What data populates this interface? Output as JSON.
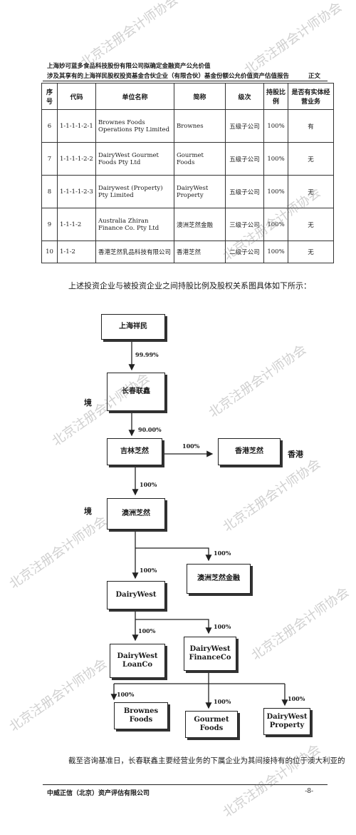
{
  "header": {
    "line1": "上海妙可蓝多食品科技股份有限公司拟确定金融资产公允价值",
    "line2": "涉及其享有的上海祥民股权投资基金合伙企业（有限合伙）基金份额公允价值资产估值报告",
    "right": "正文"
  },
  "table": {
    "columns": [
      "序号",
      "代码",
      "单位名称",
      "简称",
      "级次",
      "持股比例",
      "是否有实体经营业务"
    ],
    "rows": [
      [
        "6",
        "1-1-1-1-2-1",
        "Brownes Foods Operations Pty Limited",
        "Brownes",
        "五级子公司",
        "100%",
        "有"
      ],
      [
        "7",
        "1-1-1-1-2-2",
        "DairyWest Gourmet Foods Pty Ltd",
        "Gourmet Foods",
        "五级子公司",
        "100%",
        "无"
      ],
      [
        "8",
        "1-1-1-1-2-3",
        "Dairywest (Property) Pty Limited",
        "DairyWest Property",
        "五级子公司",
        "100%",
        "无"
      ],
      [
        "9",
        "1-1-1-2",
        "Australia Zhiran Finance Co. Pty Ltd",
        "澳洲芝然金融",
        "三级子公司",
        "100%",
        "无"
      ],
      [
        "10",
        "1-1-2",
        "香港芝然乳品科技有限公司",
        "香港芝然",
        "二级子公司",
        "100%",
        "无"
      ]
    ]
  },
  "intro": "上述投资企业与被投资企业之间持股比例及股权关系图具体如下所示：",
  "diagram": {
    "side_top": "境",
    "side_bottom": "境",
    "hk_label": "香港",
    "nodes": {
      "shanghai": "上海祥民",
      "changchun": "长春联鑫",
      "jilin": "吉林芝然",
      "hongkong": "香港芝然",
      "aozhou": "澳洲芝然",
      "aozhou_fin": "澳洲芝然金融",
      "dairywest": "DairyWest",
      "loanco": "DairyWest LoanCo",
      "financeco": "DairyWest FinanceCo",
      "brownes": "Brownes Foods",
      "gourmet": "Gourmet Foods",
      "property": "DairyWest Property"
    },
    "pcts": {
      "p1": "99.99%",
      "p2": "90.00%",
      "p3": "100%",
      "p4": "100%",
      "p5": "100%",
      "p6": "100%",
      "p7": "100%",
      "p8": "100%",
      "p9": "100%",
      "p10": "100%",
      "p11": "100%"
    }
  },
  "closing": "截至咨询基准日，长春联鑫主要经营业务的下属企业为其间接持有的位于澳大利亚的",
  "footer": {
    "left": "中威正信（北京）资产评估有限公司",
    "right": "-8-"
  },
  "watermark": "北京注册会计师协会"
}
